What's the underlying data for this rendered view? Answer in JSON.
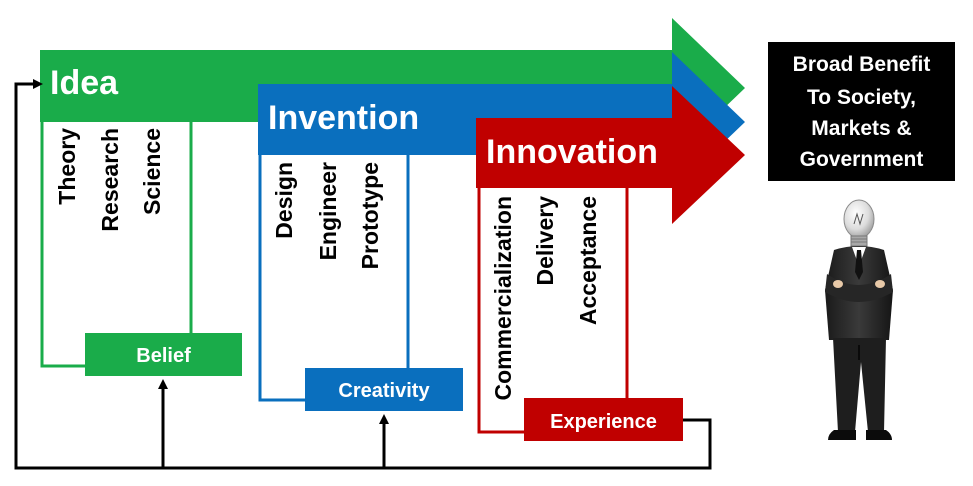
{
  "colors": {
    "idea": "#1aac4a",
    "invention": "#0a6fbe",
    "innovation": "#c00000",
    "benefit_box": "#000000",
    "feedback_line": "#000000"
  },
  "idea": {
    "title": "Idea",
    "items": [
      "Theory",
      "Research",
      "Science"
    ],
    "box": "Belief"
  },
  "invention": {
    "title": "Invention",
    "items": [
      "Design",
      "Engineer",
      "Prototype"
    ],
    "box": "Creativity"
  },
  "innovation": {
    "title": "Innovation",
    "items": [
      "Commercialization",
      "Delivery",
      "Acceptance"
    ],
    "box": "Experience"
  },
  "benefit": {
    "lines": [
      "Broad Benefit",
      "To Society,",
      "Markets &",
      "Government"
    ]
  },
  "figure": {
    "icon": "lightbulb-head-businessman-icon"
  }
}
